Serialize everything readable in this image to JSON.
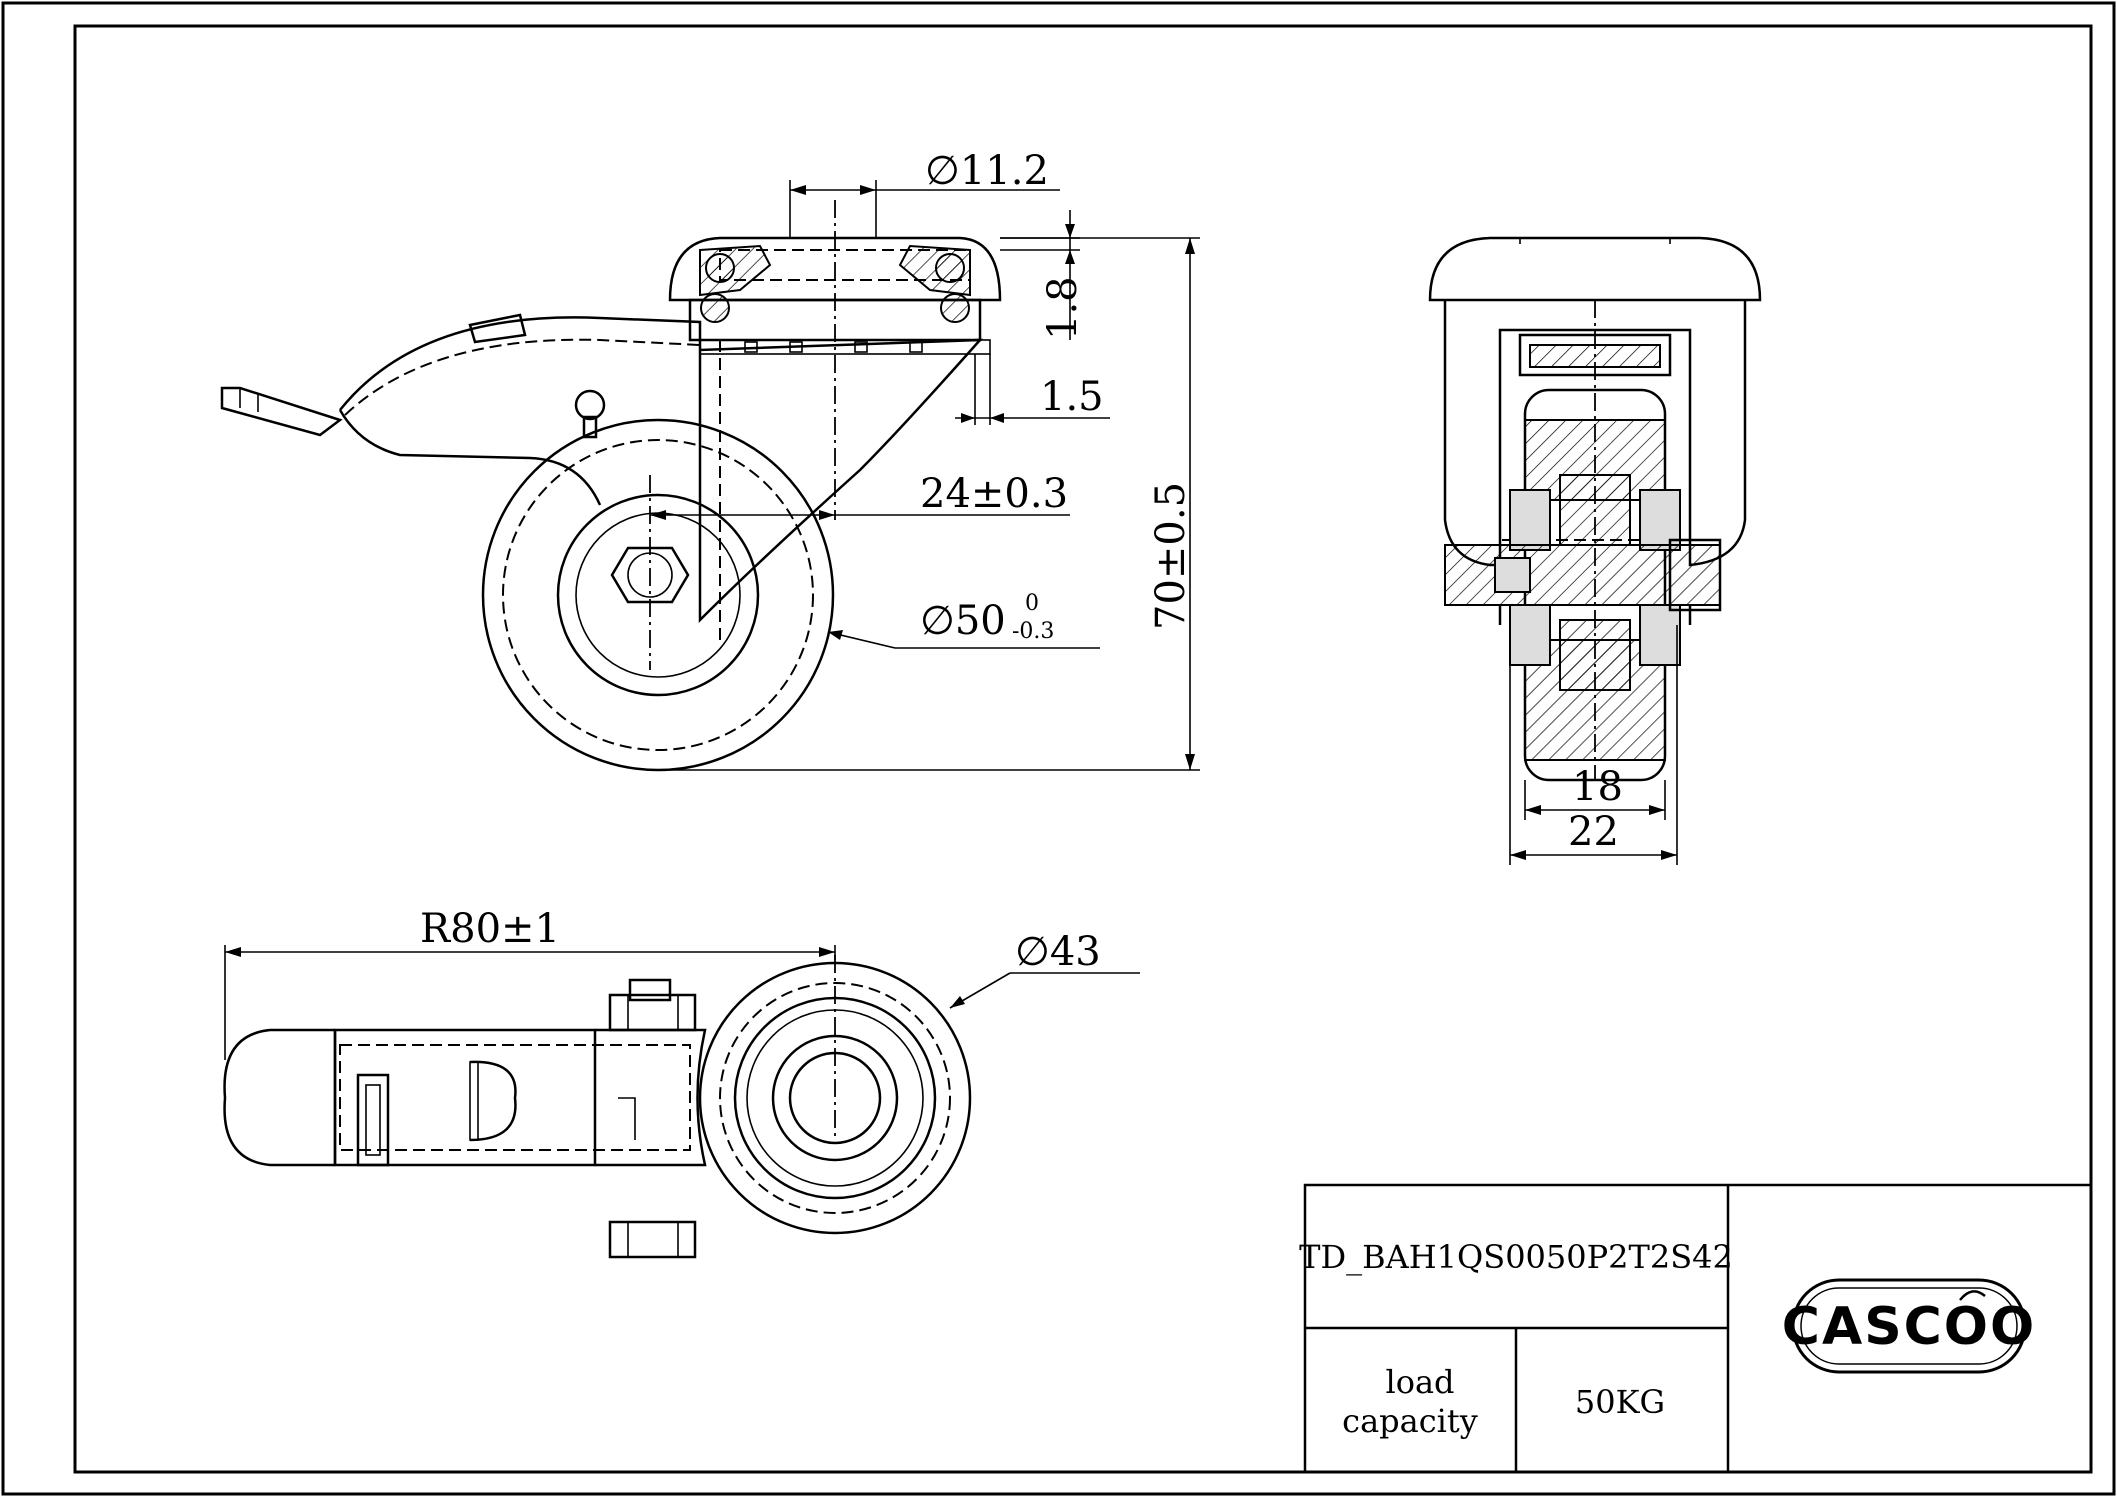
{
  "drawing": {
    "part_number": "TD_BAH1QS0050P2T2S42",
    "load_label": "load capacity",
    "load_label_line1": "load",
    "load_label_line2": "capacity",
    "load_value": "50KG",
    "logo_text": "CASCOO"
  },
  "dimensions": {
    "stem_diameter": "∅11.2",
    "top_thickness": "1.8",
    "plate_offset": "1.5",
    "offset": "24±0.3",
    "wheel_diameter": "∅50",
    "wheel_tol_upper": "0",
    "wheel_tol_lower": "-0.3",
    "height": "70±0.5",
    "tread_width": "18",
    "fork_width": "22",
    "swivel_radius": "R80±1",
    "top_diameter": "∅43"
  }
}
